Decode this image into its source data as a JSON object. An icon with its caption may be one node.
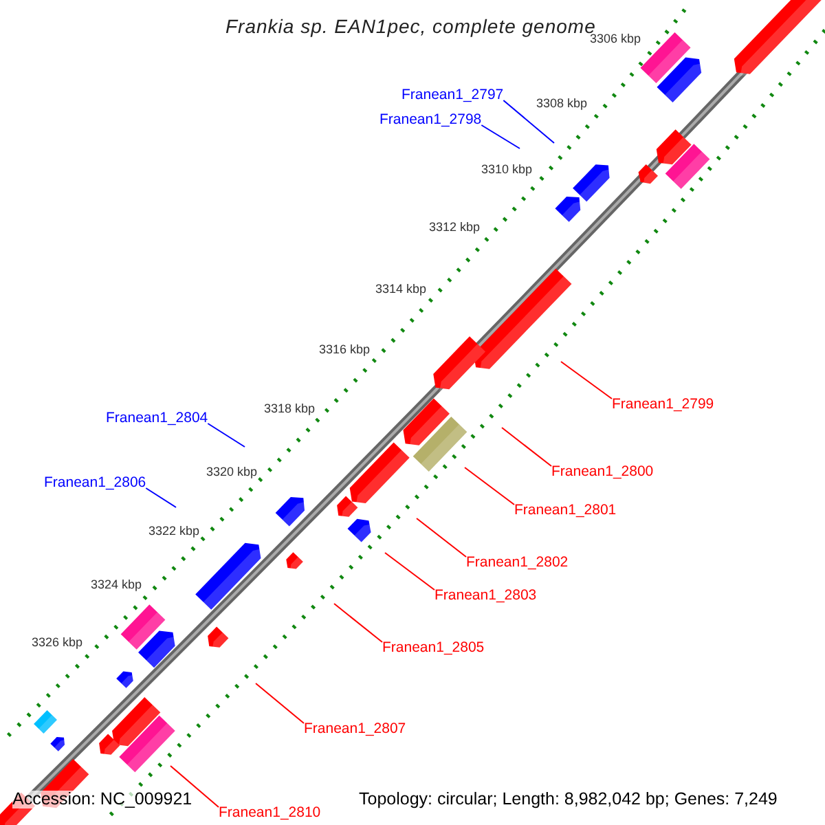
{
  "diagram": {
    "title": "Frankia sp. EAN1pec, complete genome",
    "nodes": [
      {
        "text": [
          "Franean1_2797"
        ]
      },
      {
        "text": [
          "Franean1_2798"
        ]
      },
      {
        "text": [
          "Franean1_2799"
        ]
      },
      {
        "text": [
          "Franean1_2800"
        ]
      },
      {
        "text": [
          "Franean1_2801"
        ]
      },
      {
        "text": [
          "Franean1_2802"
        ]
      },
      {
        "text": [
          "Franean1_2803"
        ]
      },
      {
        "text": [
          "Franean1_2804"
        ]
      },
      {
        "text": [
          "Franean1_2805"
        ]
      },
      {
        "text": [
          "Franean1_2806"
        ]
      },
      {
        "text": [
          "Franean1_2807"
        ]
      },
      {
        "text": [
          "Franean1_2810"
        ]
      }
    ],
    "edges": [
      {
        "from": 0,
        "to": null,
        "arrow": "none",
        "color": "#0000ff"
      },
      {
        "from": 1,
        "to": null,
        "arrow": "none",
        "color": "#0000ff"
      },
      {
        "from": 2,
        "to": null,
        "arrow": "none"
      },
      {
        "from": 3,
        "to": null,
        "arrow": "none"
      },
      {
        "from": 4,
        "to": null,
        "arrow": "none"
      },
      {
        "from": 5,
        "to": null,
        "arrow": "none"
      },
      {
        "from": 6,
        "to": null,
        "arrow": "none"
      },
      {
        "from": 7,
        "to": null,
        "arrow": "none",
        "color": "#0000ff"
      },
      {
        "from": 8,
        "to": null,
        "arrow": "none"
      },
      {
        "from": 9,
        "to": null,
        "arrow": "none",
        "color": "#0000ff"
      },
      {
        "from": 10,
        "to": null,
        "arrow": "none"
      },
      {
        "from": 11,
        "to": null,
        "arrow": "none"
      }
    ],
    "labels": [
      "3306 kbp",
      "3308 kbp",
      "3310 kbp",
      "3312 kbp",
      "3314 kbp",
      "3316 kbp",
      "3318 kbp",
      "3320 kbp",
      "3322 kbp",
      "3324 kbp",
      "3326 kbp",
      "Accession: NC_009921",
      "Topology: circular; Length: 8,982,042 bp; Genes: 7,249"
    ]
  }
}
